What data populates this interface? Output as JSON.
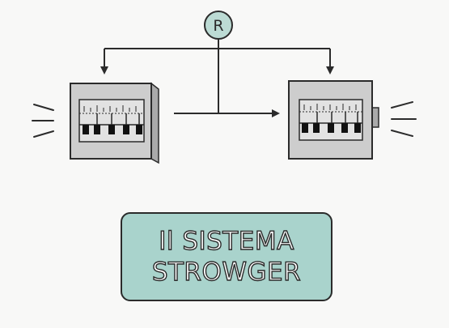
{
  "diagram": {
    "node_r": {
      "label": "R"
    },
    "title": {
      "line1": "Il SISTEMA",
      "line2": "STROWGER"
    },
    "colors": {
      "stroke": "#2b2b2b",
      "node_fill": "#bcdbd4",
      "title_fill": "#a9d3cc",
      "box_face": "#cdcdcd",
      "box_side": "#aaaaaa",
      "panel": "#e2e2e2",
      "switch_black": "#111111",
      "background": "#f8f8f7"
    },
    "icons": [
      "r-node-icon",
      "telephone-exchange-switch-icon",
      "arrow-icon",
      "vibration-lines-icon"
    ]
  }
}
